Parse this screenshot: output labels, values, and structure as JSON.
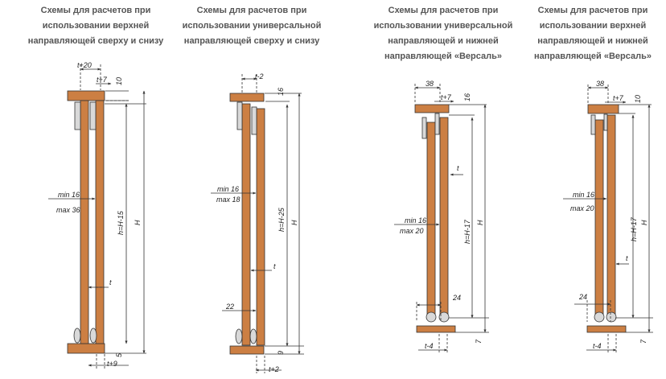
{
  "colors": {
    "wood": "#cc7f43",
    "dim_line": "#333333",
    "roller": "#d9d9d9",
    "title": "#555555"
  },
  "schemes": [
    {
      "title": [
        "Схемы для расчетов при",
        "использовании верхней",
        "направляющей сверху и снизу"
      ],
      "labels": {
        "top_offset": "t+20",
        "inner_offset": "t+7",
        "top_gap": "10",
        "min": "min 16",
        "max": "max 36",
        "panel": "h=H-15",
        "height": "H",
        "t": "t",
        "bottom_gap": "5",
        "bottom_offset": "t+9"
      }
    },
    {
      "title": [
        "Схемы для расчетов при",
        "использовании универсальной",
        "направляющей сверху и снизу"
      ],
      "labels": {
        "top_offset": "t-2",
        "top_gap": "16",
        "min": "min 16",
        "max": "max 18",
        "panel": "h=H-25",
        "height": "H",
        "t": "t",
        "bottom_width": "22",
        "bottom_gap": "9",
        "bottom_offset": "t+2"
      }
    },
    {
      "title": [
        "Схемы для расчетов при",
        "использовании универсальной",
        "направляющей и нижней",
        "направляющей «Версаль»"
      ],
      "labels": {
        "top_width": "38",
        "inner_offset": "t+7",
        "top_gap": "16",
        "t": "t",
        "min": "min 16",
        "max": "max 20",
        "panel": "h=H-17",
        "height": "H",
        "bottom_width": "24",
        "bottom_gap": "7",
        "bottom_offset": "t-4"
      }
    },
    {
      "title": [
        "Схемы для расчетов при",
        "использовании верхней",
        "направляющей и нижней",
        "направляющей «Версаль»"
      ],
      "labels": {
        "top_width": "38",
        "inner_offset": "t+7",
        "top_gap": "10",
        "min": "min 16",
        "max": "max 20",
        "panel": "h=H-17",
        "height": "H",
        "t": "t",
        "bottom_width": "24",
        "bottom_gap": "7",
        "bottom_offset": "t-4"
      }
    }
  ]
}
